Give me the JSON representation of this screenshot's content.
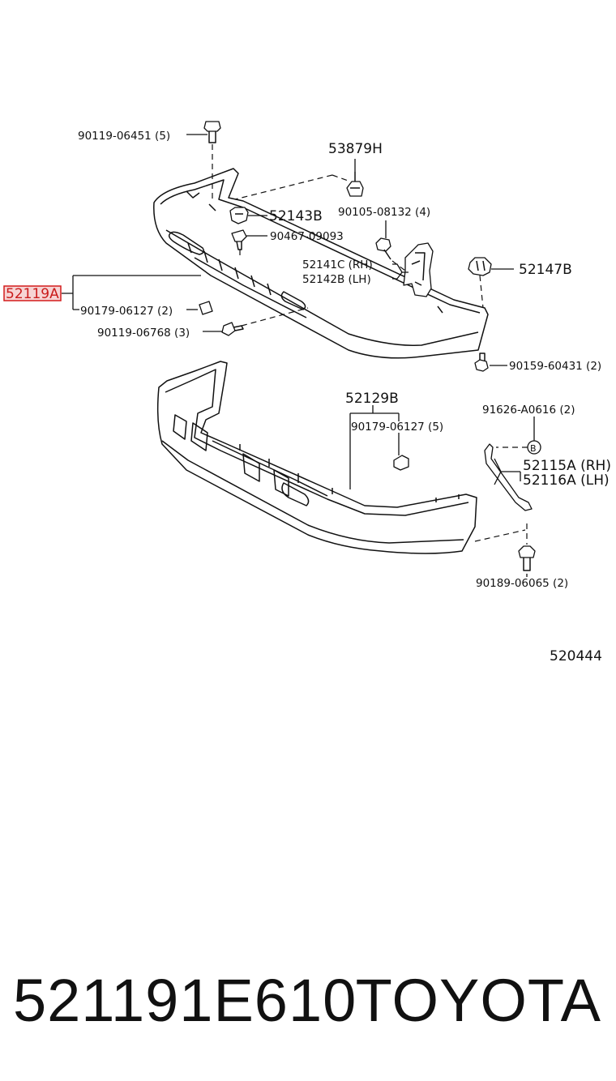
{
  "labels": {
    "p90119_06451": "90119-06451 (5)",
    "p53879H": "53879H",
    "p52143B": "52143B",
    "p90105_08132": "90105-08132 (4)",
    "p90467_09093": "90467-09093",
    "p52141C": "52141C (RH)",
    "p52142B": "52142B (LH)",
    "p52147B": "52147B",
    "p52119A": "52119A",
    "p90179_06127_top": "90179-06127 (2)",
    "p90119_06768": "90119-06768 (3)",
    "p90159_60431": "90159-60431 (2)",
    "p52129B": "52129B",
    "p90179_06127_bottom": "90179-06127 (5)",
    "p91626_A0616": "91626-A0616 (2)",
    "p52115A": "52115A (RH)",
    "p52116A": "52116A (LH)",
    "p90189_06065": "90189-06065 (2)",
    "diagram_code": "520444",
    "washer_letter": "B"
  },
  "highlight_color": "#d41c1c",
  "footer": {
    "part_number": "521191E610",
    "brand": "TOYOTA"
  }
}
